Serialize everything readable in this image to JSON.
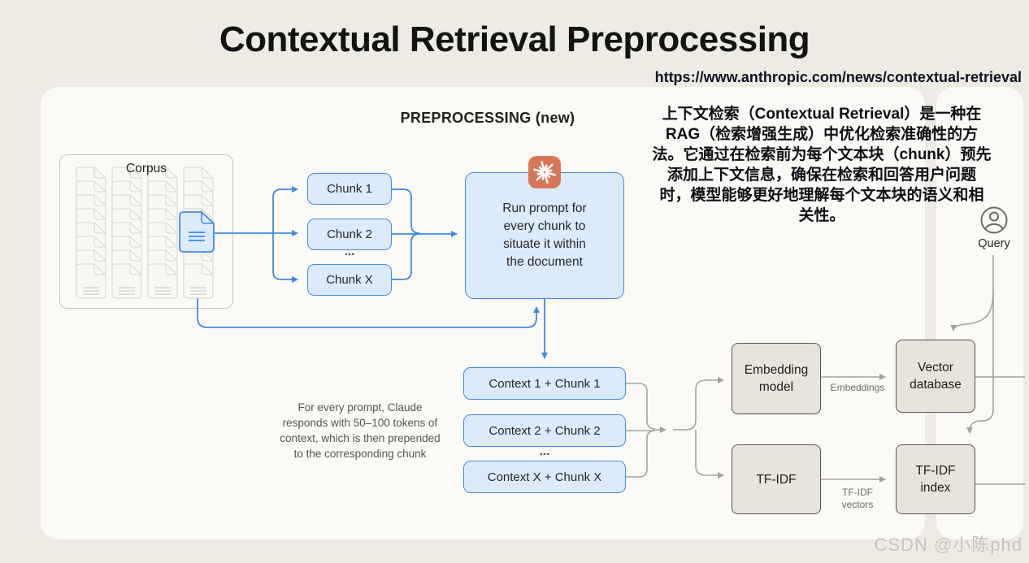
{
  "page": {
    "title": "Contextual Retrieval Preprocessing",
    "source_url": "https://www.anthropic.com/news/contextual-retrieval",
    "watermark": "CSDN @小陈phd"
  },
  "annotation": {
    "lines": [
      "上下文检索（Contextual Retrieval）是一种在",
      "RAG（检索增强生成）中优化检索准确性的方",
      "法。它通过在检索前为每个文本块（chunk）预先",
      "添加上下文信息，确保在检索和回答用户问题",
      "时，模型能够更好地理解每个文本块的语义和相",
      "关性。"
    ]
  },
  "diagram": {
    "section_label": "PREPROCESSING (new)",
    "corpus": {
      "label": "Corpus",
      "columns": 4,
      "docs_per_column": 8
    },
    "chunks": {
      "items": [
        "Chunk 1",
        "Chunk 2",
        "Chunk X"
      ],
      "ellipsis": "..."
    },
    "prompt_box": {
      "lines": [
        "Run prompt for",
        "every chunk to",
        "situate it within",
        "the document"
      ],
      "icon": "claude-spark-icon"
    },
    "caption": {
      "lines": [
        "For every prompt, Claude",
        "responds with 50–100 tokens of",
        "context, which is then prepended",
        "to the corresponding chunk"
      ]
    },
    "context_chunks": {
      "items": [
        "Context 1 + Chunk 1",
        "Context 2 + Chunk 2",
        "Context X + Chunk X"
      ],
      "ellipsis": "..."
    },
    "pipeline": {
      "embedding_model": "Embedding model",
      "embeddings_label": "Embeddings",
      "vector_database": "Vector database",
      "tfidf": "TF-IDF",
      "tfidf_vectors_label": "TF-IDF\nvectors",
      "tfidf_index": "TF-IDF index",
      "query_label": "Query"
    },
    "colors": {
      "accent_blue": "#4289dd",
      "box_blue_fill": "#dcebfc",
      "beige_fill": "#e7e4dc",
      "beige_border": "#57534b",
      "claude_orange": "#d87756",
      "connector_gray": "#a5a29a",
      "doc_stroke": "#dedbd3",
      "doc_fill": "#f9f8f4"
    }
  }
}
